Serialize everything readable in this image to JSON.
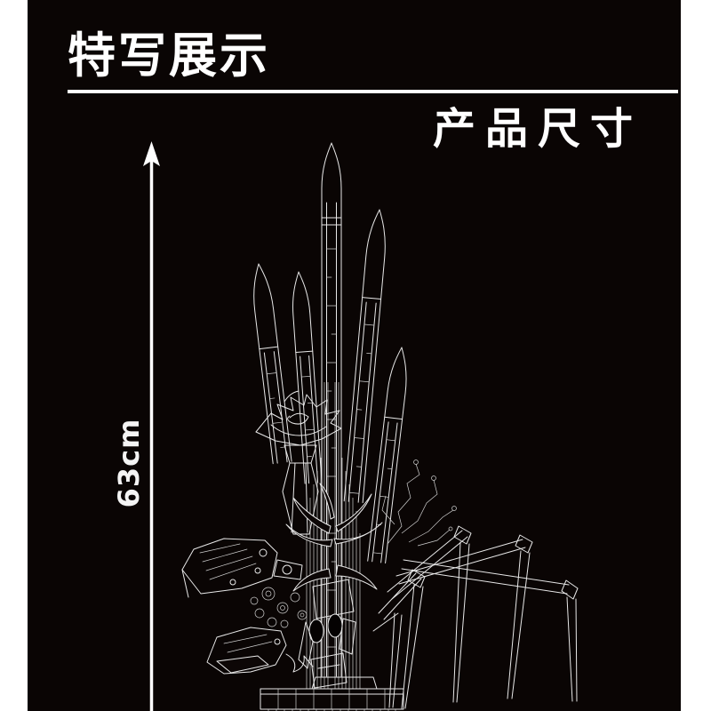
{
  "page": {
    "background": "#ffffff",
    "panel_background": "#0a0504",
    "line_art_color": "#e8e8e8",
    "text_color": "#ffffff"
  },
  "headers": {
    "closeup": "特写展示",
    "dimensions": "产品尺寸"
  },
  "dimension": {
    "height": "63cm",
    "arrow_icon": "up-arrow-icon"
  }
}
